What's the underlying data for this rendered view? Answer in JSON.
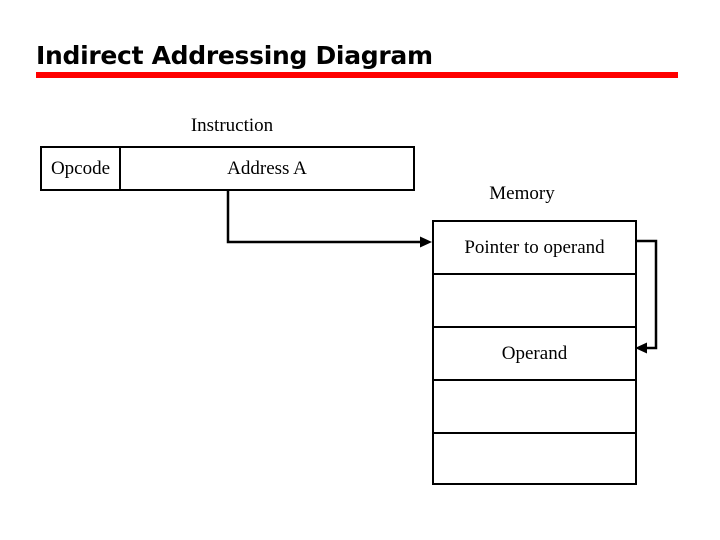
{
  "slide": {
    "background_color": "#ffffff",
    "title": "Indirect Addressing Diagram",
    "title_rule_color": "#ff0000",
    "ink_color": "#000000"
  },
  "instruction": {
    "label": "Instruction",
    "fields": [
      {
        "name": "opcode",
        "label": "Opcode"
      },
      {
        "name": "address",
        "label": "Address A"
      }
    ]
  },
  "memory": {
    "label": "Memory",
    "rows": [
      {
        "index": 0,
        "label": "Pointer to operand"
      },
      {
        "index": 1,
        "label": ""
      },
      {
        "index": 2,
        "label": "Operand"
      },
      {
        "index": 3,
        "label": ""
      },
      {
        "index": 4,
        "label": ""
      }
    ]
  },
  "connectors": [
    {
      "name": "address-to-pointer-arrow",
      "from": "address-field",
      "to": "memory-row-pointer-to-operand",
      "arrowhead": "right"
    },
    {
      "name": "pointer-to-operand-arrow",
      "from": "memory-row-pointer-to-operand",
      "to": "memory-row-operand",
      "arrowhead": "left"
    }
  ]
}
